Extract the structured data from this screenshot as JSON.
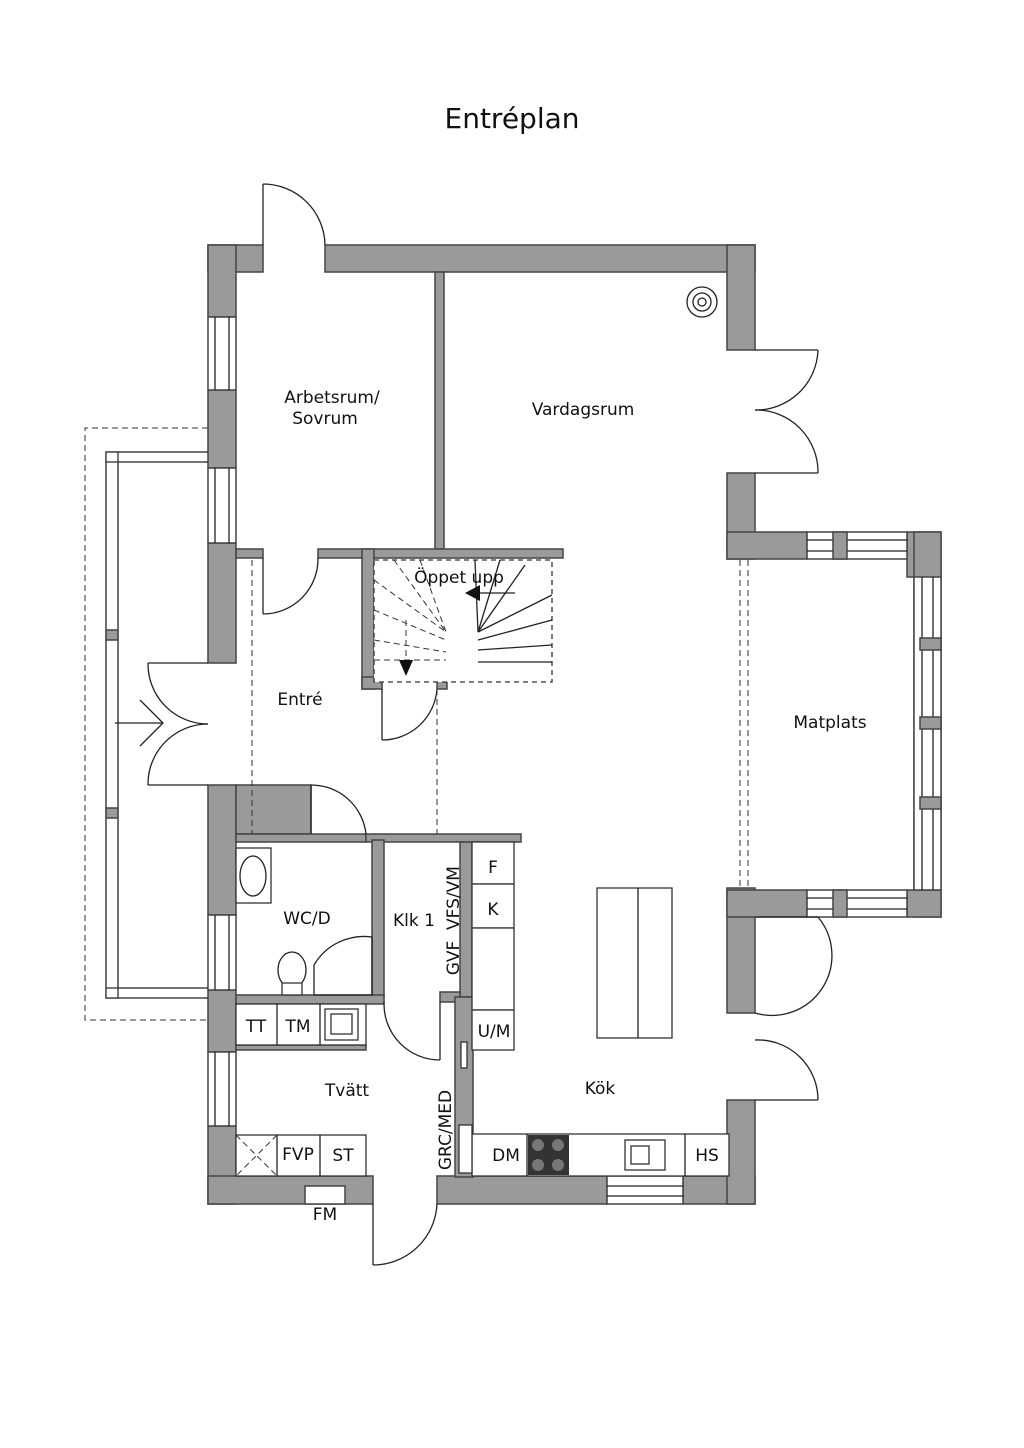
{
  "title": "Entréplan",
  "rooms": {
    "arbetsrum_line1": "Arbetsrum/",
    "arbetsrum_line2": "Sovrum",
    "vardagsrum": "Vardagsrum",
    "oppet_upp": "Öppet upp",
    "entre": "Entré",
    "matplats": "Matplats",
    "wc": "WC/D",
    "klk": "Klk 1",
    "tvatt": "Tvätt",
    "kok": "Kök"
  },
  "fixtures": {
    "vfs_vm": "VFS/VM",
    "gvf": "GVF",
    "f": "F",
    "k": "K",
    "um": "U/M",
    "tt": "TT",
    "tm": "TM",
    "fvp": "FVP",
    "st": "ST",
    "grc_med": "GRC/MED",
    "dm": "DM",
    "hs": "HS",
    "fm": "FM"
  }
}
